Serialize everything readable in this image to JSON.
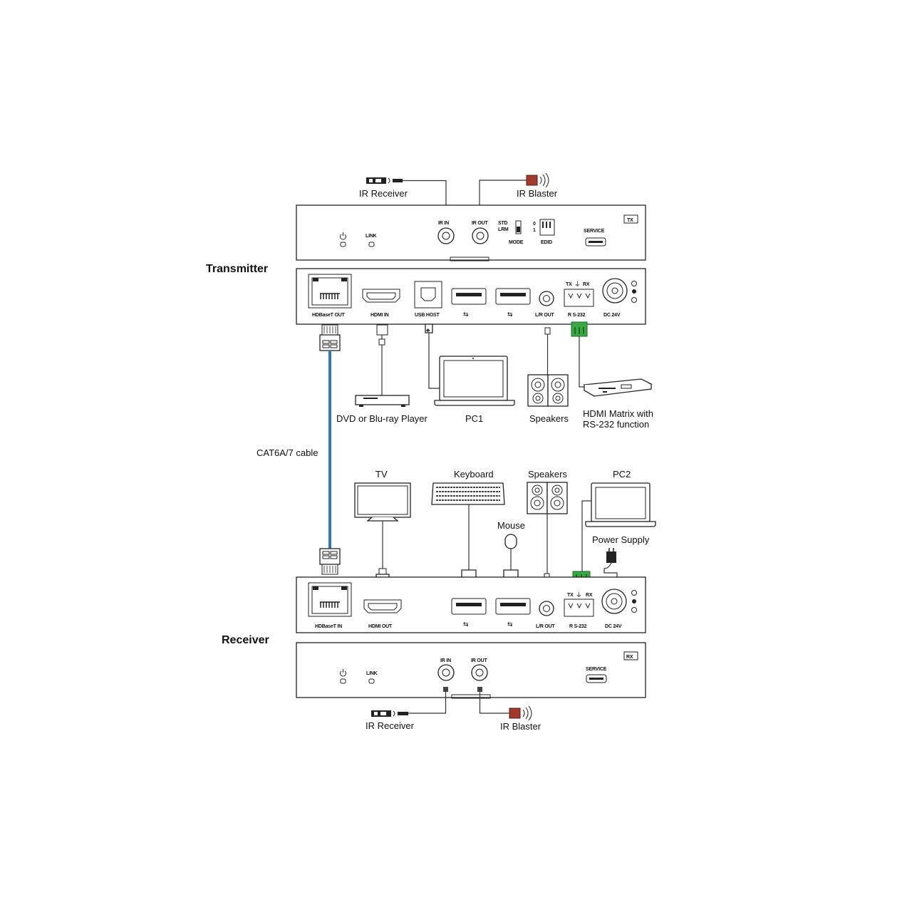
{
  "labels": {
    "tx_ir_receiver": "IR Receiver",
    "tx_ir_blaster": "IR Blaster",
    "transmitter": "Transmitter",
    "receiver": "Receiver",
    "cable": "CAT6A/7 cable",
    "dvd": "DVD or Blu-ray  Player",
    "pc1": "PC1",
    "tx_speakers": "Speakers",
    "matrix_line1": "HDMI Matrix with",
    "matrix_line2": "RS-232 function",
    "tv": "TV",
    "keyboard": "Keyboard",
    "rx_speakers": "Speakers",
    "pc2": "PC2",
    "mouse": "Mouse",
    "power_supply": "Power Supply",
    "rx_ir_receiver": "IR Receiver",
    "rx_ir_blaster": "IR Blaster"
  },
  "tx_front": {
    "badge": "TX",
    "link": "LINK",
    "ir_in": "IR IN",
    "ir_out": "IR OUT",
    "std": "STD",
    "lrm": "LRM",
    "mode": "MODE",
    "sw0": "0",
    "sw1": "1",
    "edid": "EDID",
    "service": "SERVICE"
  },
  "tx_rear": {
    "hdbaset": "HDBaseT OUT",
    "hdmi": "HDMI IN",
    "usb_host": "USB HOST",
    "lr_out": "L/R OUT",
    "tx": "TX",
    "rx": "RX",
    "rs232": "R S-232",
    "dc": "DC 24V"
  },
  "rx_rear": {
    "hdbaset": "HDBaseT IN",
    "hdmi": "HDMI OUT",
    "lr_out": "L/R OUT",
    "tx": "TX",
    "rx": "RX",
    "rs232": "R S-232",
    "dc": "DC 24V"
  },
  "rx_front": {
    "badge": "RX",
    "link": "LINK",
    "ir_in": "IR IN",
    "ir_out": "IR OUT",
    "service": "SERVICE"
  },
  "colors": {
    "cat_cable": "#2f77bd",
    "rs232_block": "#3aa844",
    "ir_blaster": "#a23a2c",
    "ir_wave": "#c0302a"
  },
  "icons": [
    "power-icon",
    "usb-icon",
    "hdmi-port-icon",
    "rj45-port-icon",
    "ground-icon"
  ]
}
